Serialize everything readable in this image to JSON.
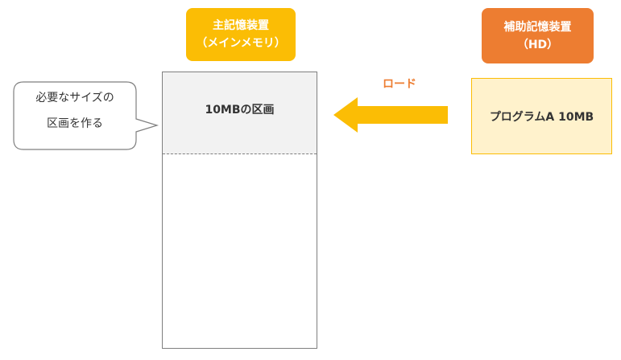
{
  "main_memory": {
    "title_line1": "主記憶装置",
    "title_line2": "（メインメモリ）",
    "region_label": "10MBの区画"
  },
  "aux_memory": {
    "title_line1": "補助記憶装置",
    "title_line2": "（HD）",
    "program_label": "プログラムA 10MB"
  },
  "arrow": {
    "label": "ロード"
  },
  "callout": {
    "line1": "必要なサイズの",
    "line2": "区画を作る"
  },
  "colors": {
    "main_label": "#fbbd05",
    "aux_label": "#ed7d31",
    "arrow": "#fbbd05",
    "program_fill": "#fff2cc",
    "region_fill": "#f2f2f2"
  }
}
